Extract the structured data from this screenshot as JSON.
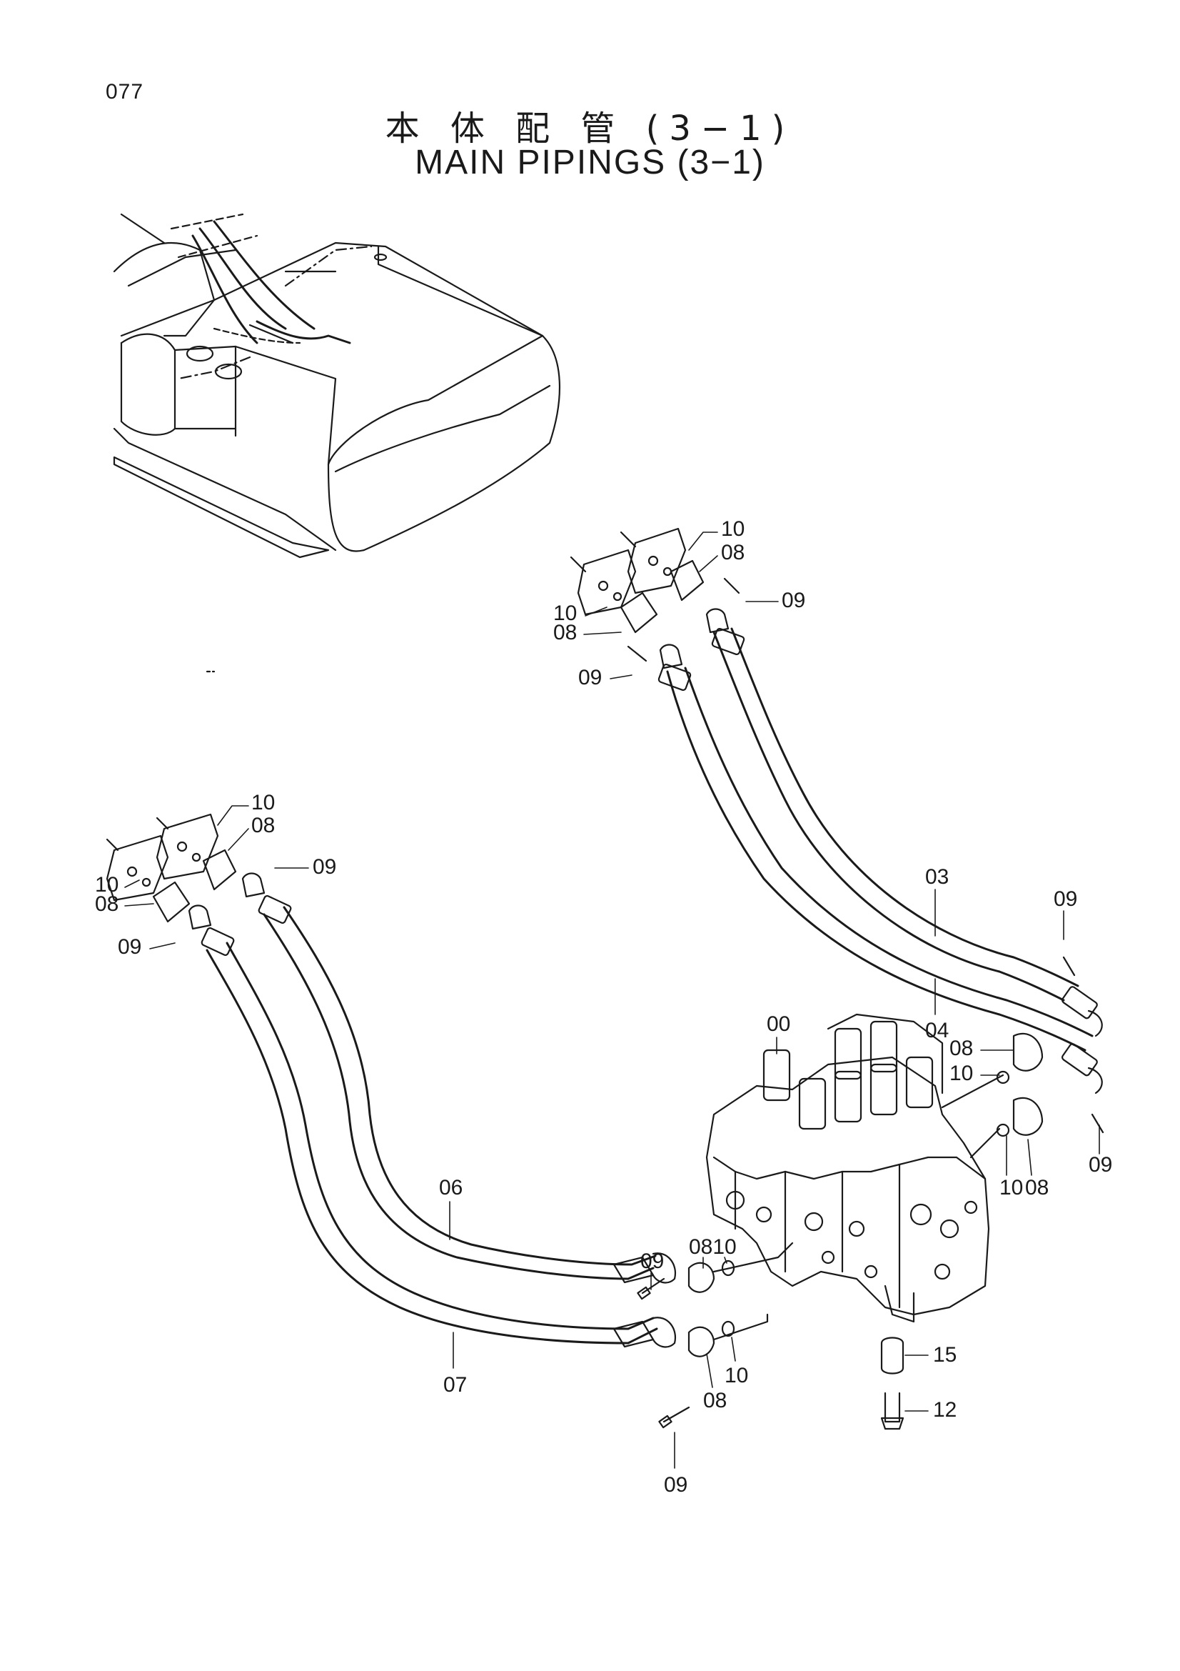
{
  "page_number": "077",
  "title": {
    "japanese": "本 体 配 管 (3−1)",
    "english": "MAIN  PIPINGS (3−1)"
  },
  "callouts": {
    "c00": "00",
    "c03": "03",
    "c04": "04",
    "c06": "06",
    "c07": "07",
    "c08": "08",
    "c09": "09",
    "c10": "10",
    "c12": "12",
    "c15": "15",
    "c0810": "0810"
  },
  "ink_color": "#1a1a1a"
}
